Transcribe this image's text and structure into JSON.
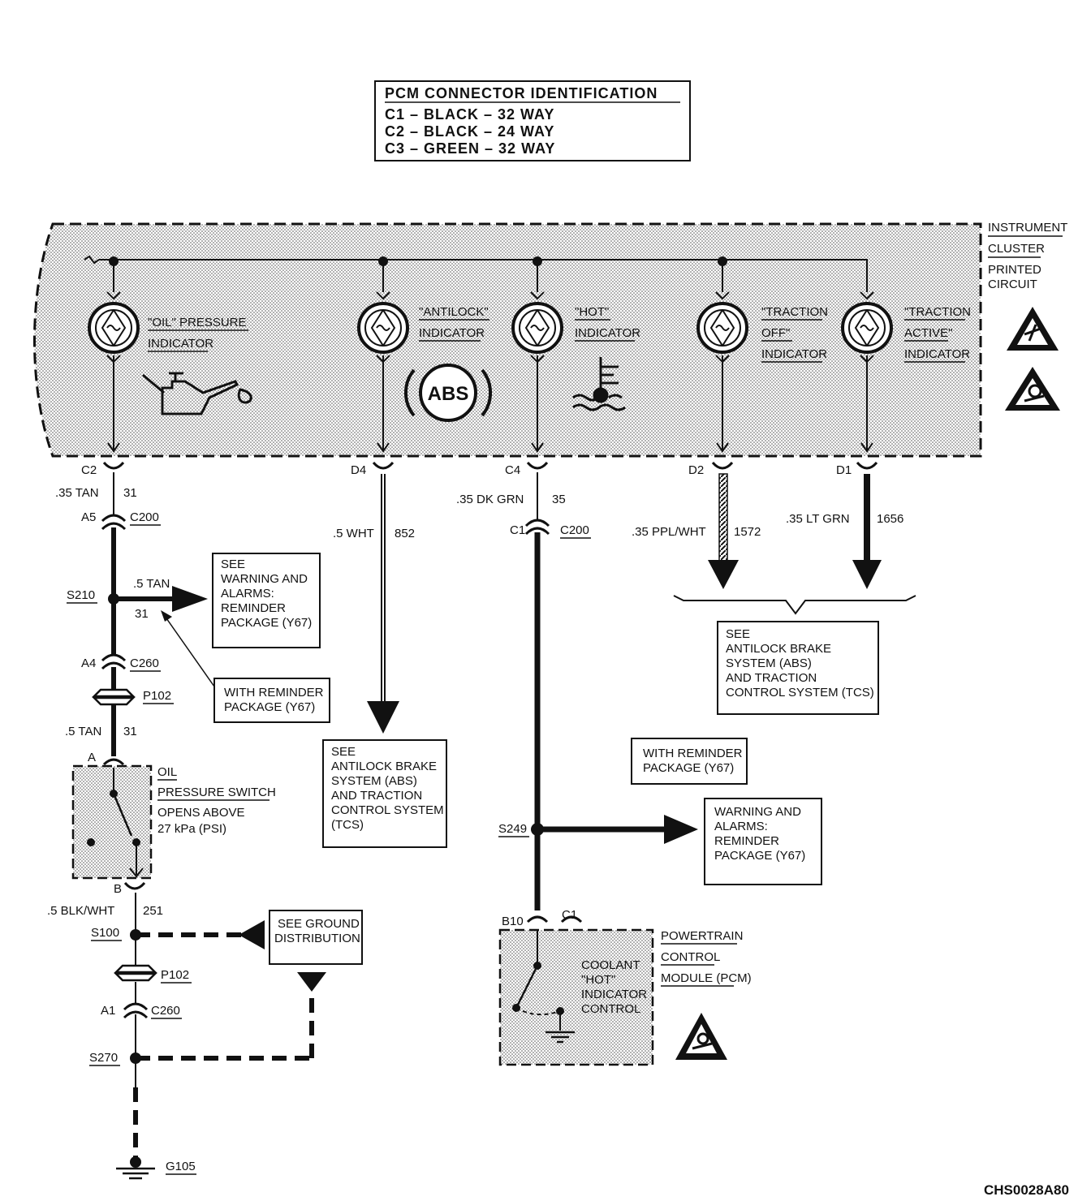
{
  "pcm_table": {
    "title": "PCM CONNECTOR IDENTIFICATION",
    "rows": [
      "C1 – BLACK – 32 WAY",
      "C2 – BLACK – 24 WAY",
      "C3 – GREEN – 32 WAY"
    ]
  },
  "cluster_label": [
    "INSTRUMENT",
    "CLUSTER",
    "PRINTED",
    "CIRCUIT"
  ],
  "indicators": [
    {
      "lines": [
        "\"OIL\" PRESSURE",
        "INDICATOR"
      ],
      "connector": "C2"
    },
    {
      "lines": [
        "\"ANTILOCK\"",
        "INDICATOR"
      ],
      "connector": "D4"
    },
    {
      "lines": [
        "\"HOT\"",
        "INDICATOR"
      ],
      "connector": "C4"
    },
    {
      "lines": [
        "\"TRACTION",
        "OFF\"",
        "INDICATOR"
      ],
      "connector": "D2"
    },
    {
      "lines": [
        "\"TRACTION",
        "ACTIVE\"",
        "INDICATOR"
      ],
      "connector": "D1"
    }
  ],
  "abs_symbol": "ABS",
  "wires": {
    "oil_top": {
      "gauge": ".35 TAN",
      "circuit": "31"
    },
    "oil_mid": {
      "gauge": ".5 TAN",
      "circuit": "31"
    },
    "oil_branch": {
      "gauge": ".5 TAN",
      "circuit": "31"
    },
    "ground": {
      "gauge": ".5 BLK/WHT",
      "circuit": "251"
    },
    "antilock": {
      "gauge": ".5 WHT",
      "circuit": "852"
    },
    "hot": {
      "gauge": ".35 DK GRN",
      "circuit": "35"
    },
    "traction_off": {
      "gauge": ".35 PPL/WHT",
      "circuit": "1572"
    },
    "traction_active": {
      "gauge": ".35 LT GRN",
      "circuit": "1656"
    }
  },
  "connectors": {
    "a5": "A5",
    "c200_left": "C200",
    "a4": "A4",
    "c260_left": "C260",
    "p102_top": "P102",
    "p102_bottom": "P102",
    "a1": "A1",
    "c260_bottom": "C260",
    "c1": "C1",
    "c200_mid": "C200",
    "b10": "B10",
    "c1_pcm": "C1",
    "switch_a": "A",
    "switch_b": "B"
  },
  "splices": {
    "s210": "S210",
    "s100": "S100",
    "s270": "S270",
    "s249": "S249"
  },
  "ground_label": "G105",
  "notes": {
    "see_warning": [
      "SEE",
      "WARNING AND",
      "ALARMS:",
      "REMINDER",
      "PACKAGE (Y67)"
    ],
    "with_reminder_left": [
      "WITH REMINDER",
      "PACKAGE (Y67)"
    ],
    "see_abs_left": [
      "SEE",
      "ANTILOCK BRAKE",
      "SYSTEM (ABS)",
      "AND TRACTION",
      "CONTROL SYSTEM",
      "(TCS)"
    ],
    "see_abs_right": [
      "SEE",
      "ANTILOCK BRAKE",
      "SYSTEM (ABS)",
      "AND TRACTION",
      "CONTROL SYSTEM (TCS)"
    ],
    "with_reminder_mid": [
      "WITH REMINDER",
      "PACKAGE (Y67)"
    ],
    "warning_alarms": [
      "WARNING AND",
      "ALARMS:",
      "REMINDER",
      "PACKAGE (Y67)"
    ],
    "see_ground": [
      "SEE GROUND",
      "DISTRIBUTION"
    ]
  },
  "oil_switch": [
    "OIL",
    "PRESSURE SWITCH",
    "OPENS ABOVE",
    "27 kPa (PSI)"
  ],
  "pcm_label": [
    "POWERTRAIN",
    "CONTROL",
    "MODULE (PCM)"
  ],
  "pcm_inner": [
    "COOLANT",
    "\"HOT\"",
    "INDICATOR",
    "CONTROL"
  ],
  "figure_id": "CHS0028A80"
}
